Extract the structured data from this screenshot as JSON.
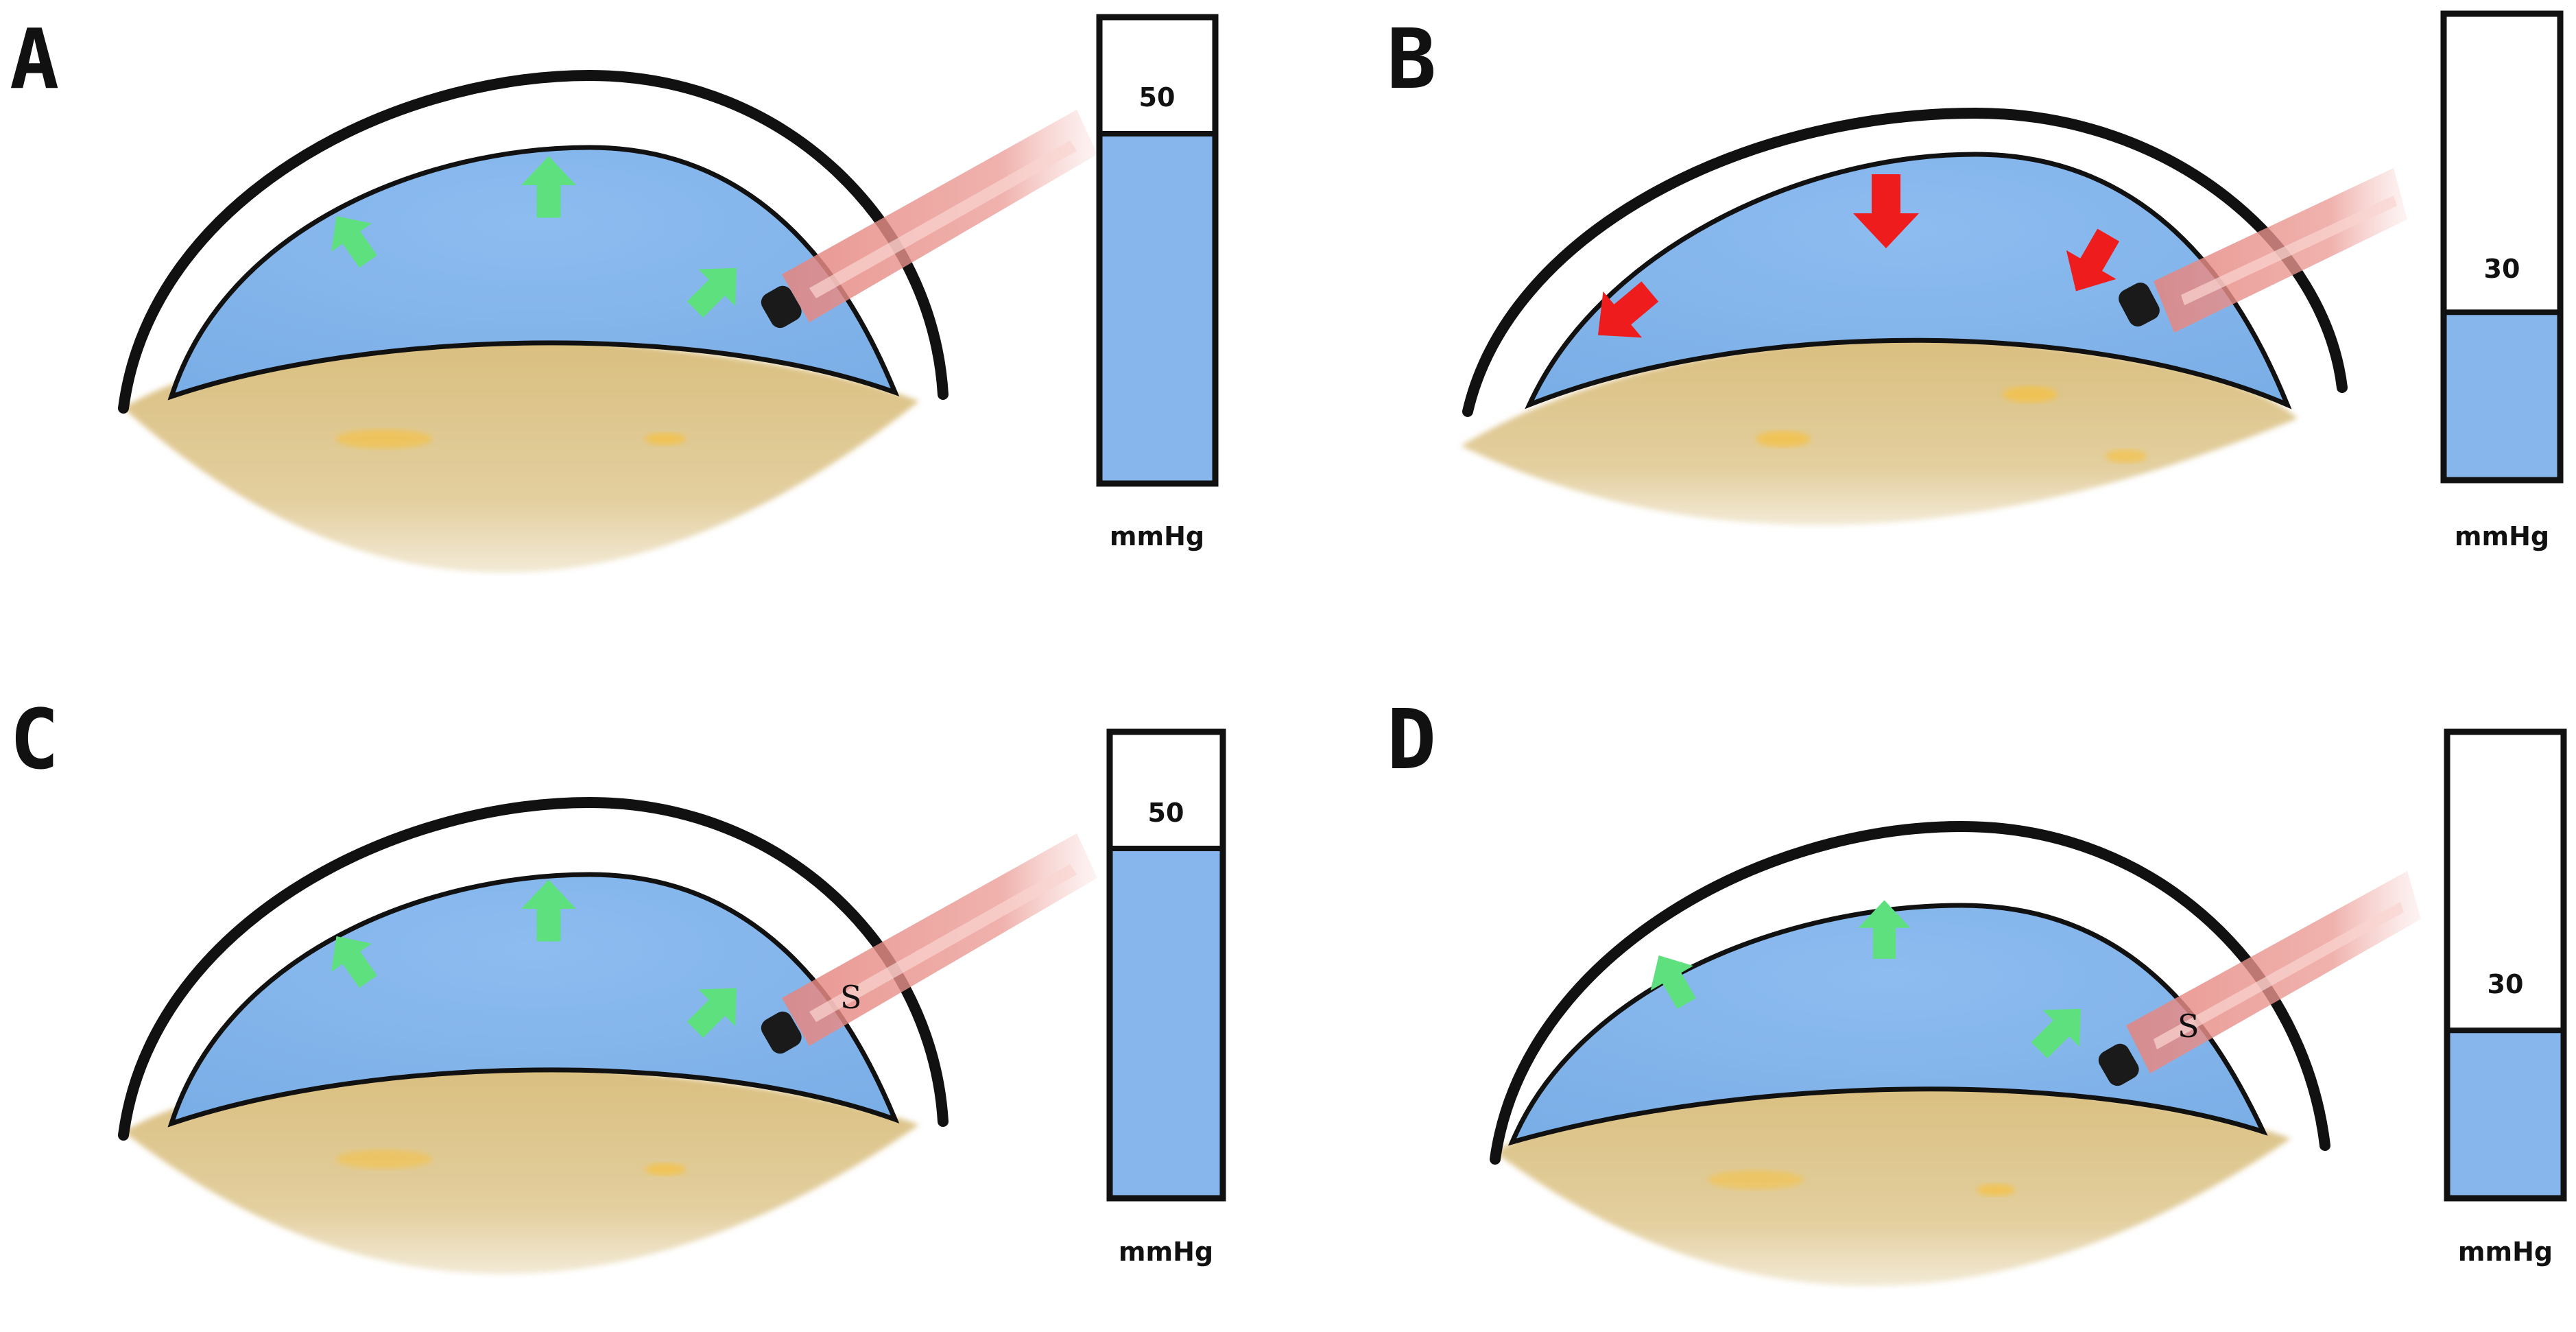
{
  "panels": [
    {
      "id": "A",
      "letter": "A",
      "gauge_value": "50",
      "gauge_unit": "mmHg",
      "gauge_fill_fraction": 0.75,
      "arrow_direction": "up",
      "stent_label": ""
    },
    {
      "id": "B",
      "letter": "B",
      "gauge_value": "30",
      "gauge_unit": "mmHg",
      "gauge_fill_fraction": 0.36,
      "arrow_direction": "down",
      "stent_label": ""
    },
    {
      "id": "C",
      "letter": "C",
      "gauge_value": "50",
      "gauge_unit": "mmHg",
      "gauge_fill_fraction": 0.75,
      "arrow_direction": "up",
      "stent_label": "S"
    },
    {
      "id": "D",
      "letter": "D",
      "gauge_value": "30",
      "gauge_unit": "mmHg",
      "gauge_fill_fraction": 0.36,
      "arrow_direction": "up",
      "stent_label": "S"
    }
  ],
  "colors": {
    "fluid_blue": "#86b6ec",
    "tissue_tan": "#dcc48a",
    "tissue_yellow": "#f5c64a",
    "arrow_up_green": "#5fe07f",
    "arrow_down_red": "#ee1c1c",
    "needle_pink": "#e8938f",
    "outline": "#111111"
  },
  "icons": {
    "arrow_up": "up-arrow-icon",
    "arrow_down": "down-arrow-icon"
  }
}
